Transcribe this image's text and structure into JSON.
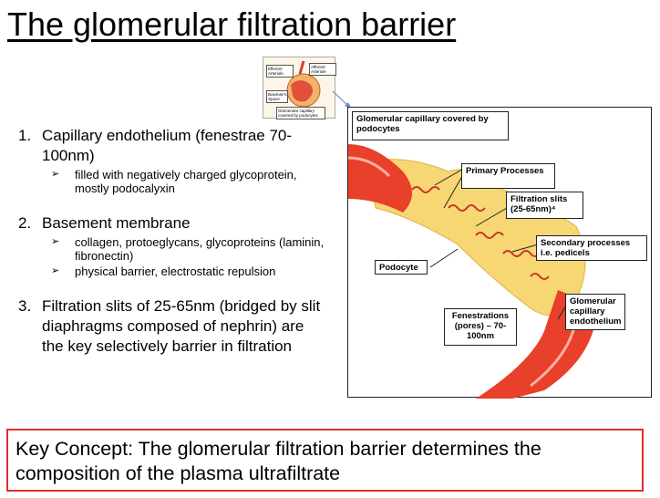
{
  "title": "The glomerular filtration barrier",
  "list": [
    {
      "num": "1.",
      "text": "Capillary endothelium (fenestrae 70-100nm)",
      "subs": [
        "filled with negatively charged glycoprotein, mostly podocalyxin"
      ]
    },
    {
      "num": "2.",
      "text": "Basement membrane",
      "subs": [
        "collagen, protoeglycans, glycoproteins (laminin, fibronectin)",
        "physical barrier, electrostatic repulsion"
      ]
    },
    {
      "num": "3.",
      "text": "Filtration slits of 25-65nm (bridged by slit diaphragms composed of nephrin) are the key selectively barrier in filtration",
      "subs": []
    }
  ],
  "sub_bullet": "➢",
  "thumbnail": {
    "efferent": "Efferent Arteriole",
    "afferent": "Afferent Arteriole",
    "bowman": "Bowman's Space",
    "capillary": "Glomerular capillary covered by podocytes"
  },
  "diagram": {
    "title": "Glomerular capillary covered by podocytes",
    "primary": "Primary Processes",
    "slits": "Filtration slits (25-65nm)⁴",
    "secondary": "Secondary processes i.e. pedicels",
    "podocyte": "Podocyte",
    "fenestrations": "Fenestrations (pores) – 70-100nm",
    "endothelium": "Glomerular capillary endothelium"
  },
  "key_concept": "Key Concept:  The glomerular filtration barrier determines the composition of the plasma ultrafiltrate",
  "colors": {
    "key_border": "#e03030",
    "vessel_red": "#e8402a",
    "podocyte_yellow": "#f7d774"
  }
}
